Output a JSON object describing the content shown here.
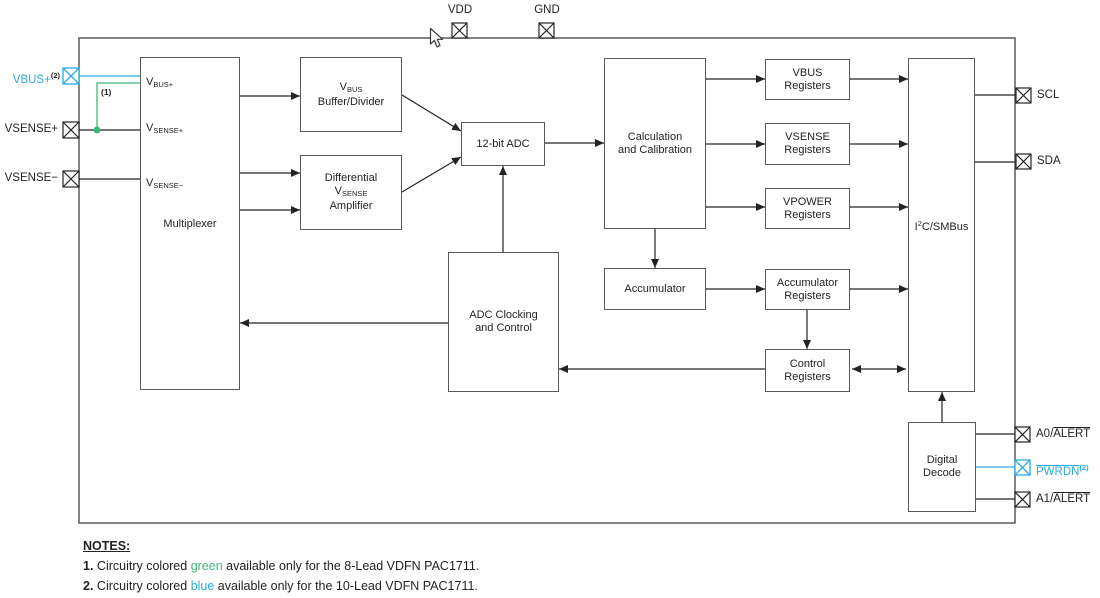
{
  "diagram": {
    "pins": {
      "vdd": "VDD",
      "gnd": "GND",
      "vbus_plus": {
        "label": "VBUS+",
        "note_ref": "(2)"
      },
      "vsense_plus": "VSENSE+",
      "vsense_minus": "VSENSE−",
      "scl": "SCL",
      "sda": "SDA",
      "a0_alert": {
        "prefix": "A0/",
        "overline": "ALERT"
      },
      "pwrdn": {
        "overline": "PWRDN",
        "note_ref": "(2)"
      },
      "a1_alert": {
        "prefix": "A1/",
        "overline": "ALERT"
      }
    },
    "annotations": {
      "note1_ref": "(1)"
    },
    "blocks": {
      "multiplexer": {
        "label": "Multiplexer",
        "inputs": {
          "vbus": {
            "main": "V",
            "sub": "BUS+"
          },
          "vsense_p": {
            "main": "V",
            "sub": "SENSE+"
          },
          "vsense_m": {
            "main": "V",
            "sub": "SENSE−"
          }
        }
      },
      "vbus_buffer": {
        "line1_main": "V",
        "line1_sub": "BUS",
        "line2": "Buffer/Divider"
      },
      "diff_amp": {
        "line1": "Differential",
        "line2_main": "V",
        "line2_sub": "SENSE",
        "line3": "Amplifier"
      },
      "adc": {
        "label": "12-bit ADC"
      },
      "calc": {
        "line1": "Calculation",
        "line2": "and Calibration"
      },
      "adc_clocking": {
        "line1": "ADC Clocking",
        "line2": "and Control"
      },
      "accumulator": {
        "label": "Accumulator"
      },
      "vbus_registers": {
        "line1": "VBUS",
        "line2": "Registers"
      },
      "vsense_registers": {
        "line1": "VSENSE",
        "line2": "Registers"
      },
      "vpower_registers": {
        "line1": "VPOWER",
        "line2": "Registers"
      },
      "accumulator_registers": {
        "line1": "Accumulator",
        "line2": "Registers"
      },
      "control_registers": {
        "line1": "Control",
        "line2": "Registers"
      },
      "i2c": {
        "pre": "I",
        "sup": "2",
        "post": "C/SMBus"
      },
      "digital_decode": {
        "line1": "Digital",
        "line2": "Decode"
      }
    },
    "colors": {
      "blue": "#29abe2",
      "green": "#3cb878",
      "line": "#232323",
      "box_border": "#5a5a5a"
    }
  },
  "notes": {
    "heading": "NOTES:",
    "items": [
      {
        "num": "1.",
        "pre": " Circuitry colored ",
        "colored": "green",
        "post": " available only for the 8-Lead VDFN PAC1711."
      },
      {
        "num": "2.",
        "pre": " Circuitry colored ",
        "colored": "blue",
        "post": " available only for the 10-Lead VDFN PAC1711."
      }
    ]
  }
}
